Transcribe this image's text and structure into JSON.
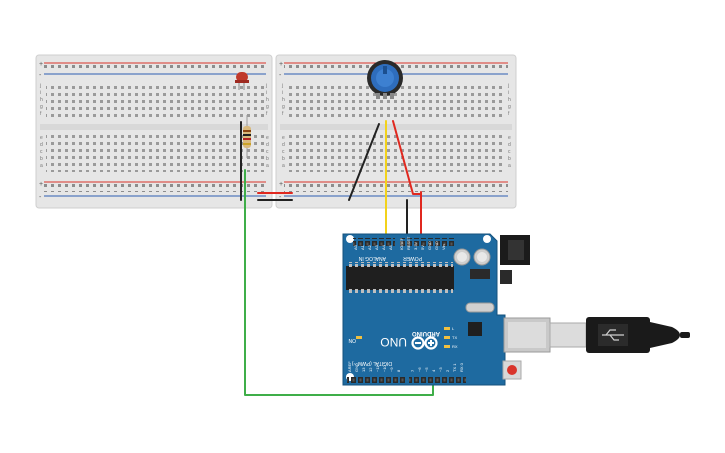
{
  "colors": {
    "breadboard": "#e6e6e6",
    "rail_red": "#d9342b",
    "rail_blue": "#2f5fb3",
    "arduino_board": "#1e6aa0",
    "wire_black": "#222222",
    "wire_red": "#e0281f",
    "wire_yellow": "#f2d21b",
    "wire_green": "#3fae49",
    "led": "#c0392b",
    "pot_knob": "#2e6dbd"
  },
  "breadboard": {
    "row_letters_top": [
      "j",
      "i",
      "h",
      "g",
      "f"
    ],
    "row_letters_bottom": [
      "e",
      "d",
      "c",
      "b",
      "a"
    ],
    "rail_plus": "+",
    "rail_minus": "-"
  },
  "arduino": {
    "brand": "ARDUINO",
    "model": "UNO",
    "header_analog": "ANALOG IN",
    "header_power": "POWER",
    "header_digital": "DIGITAL (PWM ~)",
    "power_pins": [
      "IOREF",
      "RESET",
      "3.3V",
      "5V",
      "GND",
      "GND",
      "Vin"
    ],
    "analog_pins": [
      "A0",
      "A1",
      "A2",
      "A3",
      "A4",
      "A5"
    ],
    "digital_pins": [
      "AREF",
      "GND",
      "13",
      "12",
      "~11",
      "~10",
      "~9",
      "8",
      "7",
      "~6",
      "~5",
      "4",
      "~3",
      "2",
      "TX 1",
      "RX 0"
    ],
    "led_labels": [
      "L",
      "TX",
      "RX"
    ],
    "on_label": "ON"
  },
  "components": [
    "led-red",
    "resistor",
    "potentiometer",
    "usb-cable"
  ]
}
